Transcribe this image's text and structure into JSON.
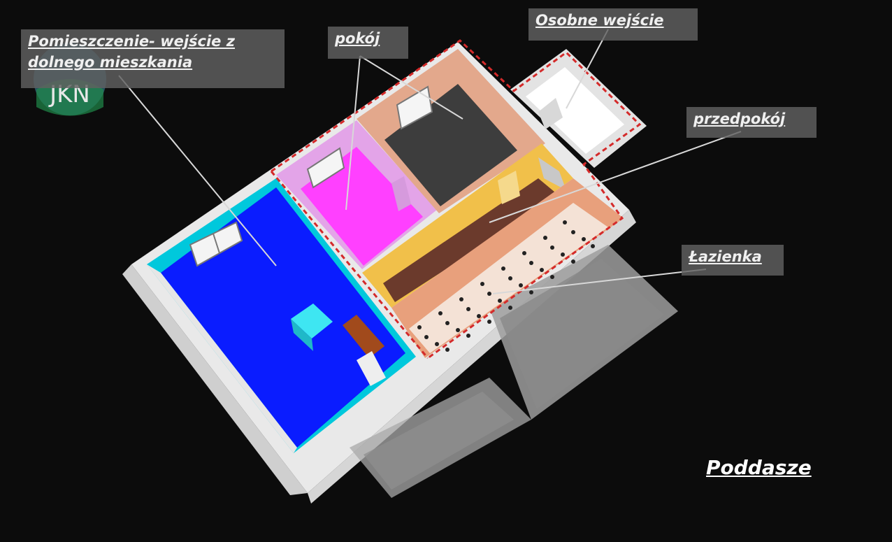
{
  "labels": {
    "entrance_room": "Pomieszczenie- wejście z dolnego mieszkania",
    "room": "pokój",
    "separate_entrance": "Osobne wejście",
    "hallway": "przedpokój",
    "bathroom": "Łazienka"
  },
  "floor_title": "Poddasze",
  "logo_text": "JKN",
  "colors": {
    "background": "#0c0c0c",
    "entrance_room_floor": "#0a1cff",
    "entrance_room_wall": "#00c4d8",
    "room_small_floor": "#ff44ff",
    "room_small_wall": "#e0a6e8",
    "room_large_floor": "#3c3c3c",
    "room_large_wall": "#e4a98c",
    "hallway_floor": "#6b3a2c",
    "hallway_wall": "#f2c14a",
    "bathroom_wall": "#e7a27f",
    "outer_walls": "#f0f0f0",
    "dashed_outline": "#d42a2a"
  }
}
